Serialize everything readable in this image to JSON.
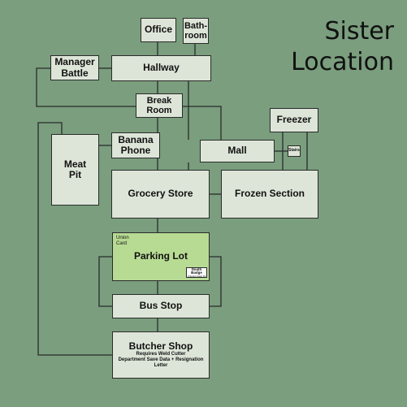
{
  "title": [
    "Sister",
    "Location"
  ],
  "colors": {
    "background": "#7a9e7e",
    "room": "#dde5d8",
    "current_room": "#b8db94",
    "line": "#2b2b2b"
  },
  "rooms": {
    "office": "Office",
    "bathroom": "Bath-\nroom",
    "manager_battle": "Manager\nBattle",
    "hallway": "Hallway",
    "break_room": "Break\nRoom",
    "freezer": "Freezer",
    "meat_pit": "Meat\nPit",
    "banana_phone": "Banana\nPhone",
    "mall": "Mall",
    "stairs": "Stairs",
    "grocery_store": "Grocery Store",
    "frozen_section": "Frozen Section",
    "parking_lot": "Parking Lot",
    "bus_stop": "Bus Stop",
    "butcher_shop": "Butcher Shop"
  },
  "parking_lot_extras": {
    "union_card": "Union\nCard",
    "death_badge": "Death Badge",
    "death_badge_sub": "Unlocks Meat Pit"
  },
  "butcher_shop_notes": {
    "line1": "Requires Weld Cutter",
    "line2": "Department Save Data + Resignation Letter"
  }
}
